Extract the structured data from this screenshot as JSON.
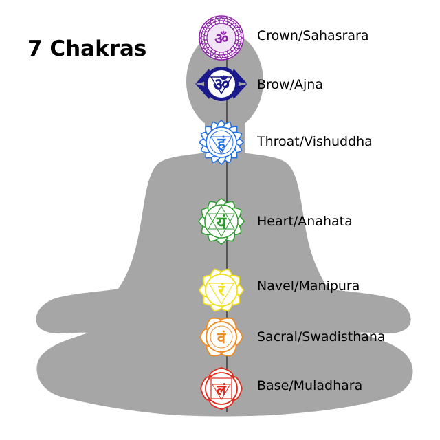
{
  "title": "7 Chakras",
  "colors": {
    "silhouette": "#a6a6a6",
    "spine_line": "#555555",
    "label_text": "#000000"
  },
  "chakras": [
    {
      "name": "Crown/Sahasrara",
      "color": "#8e24aa",
      "symbol": "ॐ",
      "icon": "lotus-many-petals"
    },
    {
      "name": "Brow/Ajna",
      "color": "#1a1a8c",
      "symbol": "ॐ",
      "icon": "two-petal-lotus"
    },
    {
      "name": "Throat/Vishuddha",
      "color": "#1e6ee6",
      "symbol": "हं",
      "icon": "sixteen-petal-lotus"
    },
    {
      "name": "Heart/Anahata",
      "color": "#2a9d2a",
      "symbol": "यं",
      "icon": "twelve-petal-lotus"
    },
    {
      "name": "Navel/Manipura",
      "color": "#f2e01e",
      "symbol": "रं",
      "icon": "ten-petal-lotus"
    },
    {
      "name": "Sacral/Swadisthana",
      "color": "#f08a1e",
      "symbol": "वं",
      "icon": "six-petal-lotus"
    },
    {
      "name": "Base/Muladhara",
      "color": "#e32a1a",
      "symbol": "लं",
      "icon": "four-petal-lotus"
    }
  ]
}
